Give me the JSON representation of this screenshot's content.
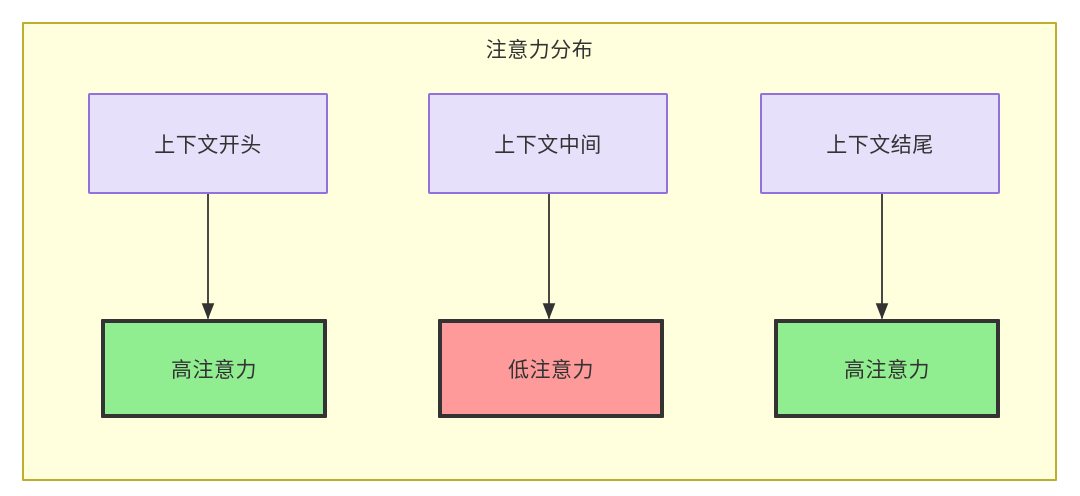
{
  "diagram": {
    "title": "注意力分布",
    "background_color": "#ffffdd",
    "border_color": "#bbb02e",
    "text_color": "#333333",
    "nodes": {
      "top": [
        {
          "id": "context-start",
          "label": "上下文开头",
          "fill": "#e6e0fa",
          "stroke": "#9370db"
        },
        {
          "id": "context-middle",
          "label": "上下文中间",
          "fill": "#e6e0fa",
          "stroke": "#9370db"
        },
        {
          "id": "context-end",
          "label": "上下文结尾",
          "fill": "#e6e0fa",
          "stroke": "#9370db"
        }
      ],
      "bottom": [
        {
          "id": "high-attention-start",
          "label": "高注意力",
          "fill": "#90ee90",
          "stroke": "#333333"
        },
        {
          "id": "low-attention-middle",
          "label": "低注意力",
          "fill": "#ff9a9a",
          "stroke": "#333333"
        },
        {
          "id": "high-attention-end",
          "label": "高注意力",
          "fill": "#90ee90",
          "stroke": "#333333"
        }
      ]
    },
    "edges": [
      {
        "from": "context-start",
        "to": "high-attention-start",
        "style": "arrow"
      },
      {
        "from": "context-middle",
        "to": "low-attention-middle",
        "style": "arrow"
      },
      {
        "from": "context-end",
        "to": "high-attention-end",
        "style": "arrow"
      }
    ]
  }
}
